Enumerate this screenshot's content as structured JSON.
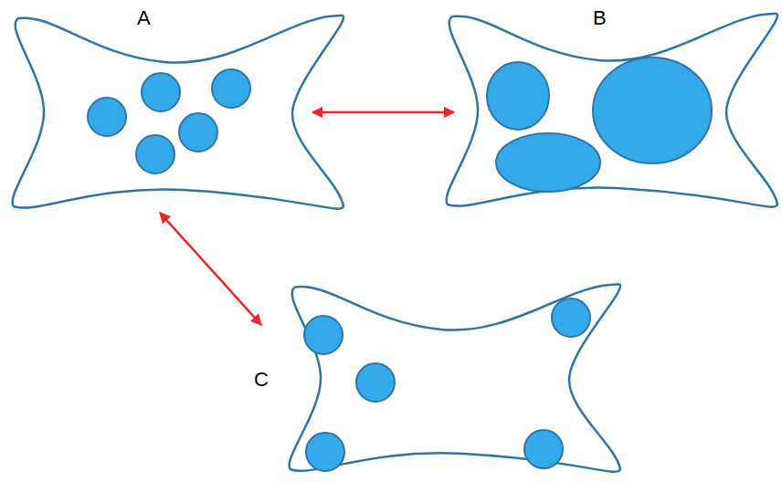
{
  "diagram": {
    "nodes": [
      {
        "text": [
          "A"
        ]
      },
      {
        "text": [
          "B"
        ]
      },
      {
        "text": [
          "C"
        ]
      }
    ],
    "edges": [
      {
        "from": 0,
        "to": 1,
        "arrow": "both"
      },
      {
        "from": 0,
        "to": 2,
        "arrow": "both"
      }
    ]
  }
}
